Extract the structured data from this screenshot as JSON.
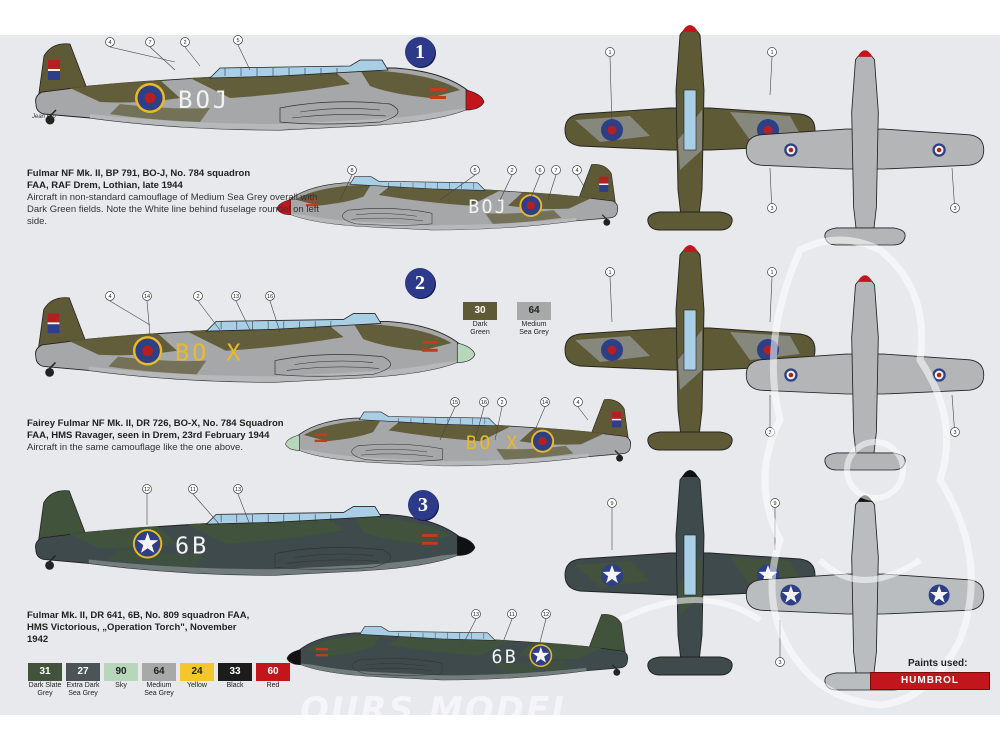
{
  "profiles": [
    {
      "number": "1",
      "code": "BOJ",
      "title_lines": [
        "Fulmar NF Mk. II, BP 791, BO-J, No. 784 squadron",
        "FAA, RAF Drem, Lothian, late 1944"
      ],
      "description": "Aircraft in non-standard camouflage of Medium Sea Grey overall with Dark Green fields. Note the White line behind fuselage roundel on left side."
    },
    {
      "number": "2",
      "code": "BO X",
      "title_lines": [
        "Fairey Fulmar  NF Mk. II, DR 726, BO-X, No. 784 Squadron",
        "FAA, HMS Ravager, seen in Drem, 23rd February 1944"
      ],
      "description": "Aircraft in the same camouflage like the one above."
    },
    {
      "number": "3",
      "code": "6B",
      "title_lines": [
        "Fulmar Mk. II, DR 641, 6B, No. 809 squadron FAA,",
        "HMS Victorious, „Operation Torch\", November",
        "1942"
      ],
      "description": ""
    }
  ],
  "pilot_name": "Jean Hip",
  "callouts": {
    "p1_left": [
      "4",
      "7",
      "2",
      "5"
    ],
    "p1_right": [
      "8",
      "5",
      "2",
      "6",
      "7",
      "4"
    ],
    "p2_left": [
      "4",
      "14",
      "2",
      "13",
      "16"
    ],
    "p2_right": [
      "15",
      "16",
      "2",
      "14",
      "4"
    ],
    "p3_left": [
      "12",
      "11",
      "13"
    ],
    "p3_right": [
      "13",
      "11",
      "12"
    ],
    "plan_1": [
      "1",
      "1",
      "3",
      "3"
    ],
    "plan_2": [
      "1",
      "1",
      "3",
      "3"
    ],
    "plan_3": [
      "9",
      "9",
      "3"
    ]
  },
  "mid_swatches": [
    {
      "code": "30",
      "name": "Dark Green",
      "color": "#5e5a35",
      "dark": true
    },
    {
      "code": "64",
      "name": "Medium Sea Grey",
      "color": "#a7a9a9",
      "dark": false
    }
  ],
  "paints_label": "Paints used:",
  "paint_brand": "HUMBROL",
  "paint_swatches": [
    {
      "code": "31",
      "name": "Dark Slate Grey",
      "color": "#42533c"
    },
    {
      "code": "27",
      "name": "Extra Dark Sea Grey",
      "color": "#4c5458"
    },
    {
      "code": "90",
      "name": "Sky",
      "color": "#b8d7ba"
    },
    {
      "code": "64",
      "name": "Medium Sea Grey",
      "color": "#a7a9a9"
    },
    {
      "code": "24",
      "name": "Yellow",
      "color": "#f3c62c"
    },
    {
      "code": "33",
      "name": "Black",
      "color": "#1c1c1c"
    },
    {
      "code": "60",
      "name": "Red",
      "color": "#c2161c"
    }
  ],
  "watermark": "OURS MODEL",
  "colors": {
    "dark_green": "#5e5a35",
    "medium_sea_grey": "#a5a7a8",
    "dark_slate_grey": "#42533c",
    "extra_dark_sea_grey": "#3f4a4c",
    "sky": "#b8d7ba",
    "canopy": "#a9cfe7",
    "roundel_blue": "#2d3f86",
    "roundel_red": "#b41f22",
    "yellow": "#e9b92a",
    "white": "#f5f5f5",
    "badge": "#2d3a8a"
  }
}
